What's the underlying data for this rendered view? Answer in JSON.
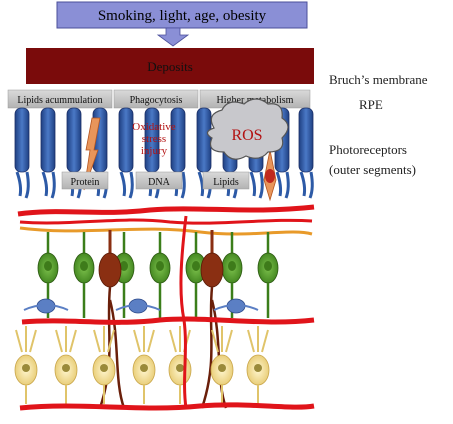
{
  "header": {
    "risk_factors": "Smoking, light, age, obesity"
  },
  "deposits": {
    "label": "Deposits"
  },
  "processes": {
    "lipids": "Lipids acummulation",
    "phago": "Phagocytosis",
    "metab": "Higher metabolism"
  },
  "center": {
    "ox_line1": "Oxidative",
    "ox_line2": "stress",
    "ox_line3": "injury",
    "ros": "ROS",
    "protein": "Protein",
    "dna": "DNA",
    "lipids": "Lipids"
  },
  "layers": {
    "bruch": "Bruch’s membrane",
    "rpe": "RPE",
    "photo_line1": "Photoreceptors",
    "photo_line2": "(outer segments)"
  },
  "colors": {
    "risk_box": "#8a8fd6",
    "deposits": "#7a0b0b",
    "rpe_blue": "#2d5aa6",
    "vessel": "#e0141a",
    "green_cell": "#4f9a2a",
    "brown_cell": "#8a2f12",
    "yellow_cell": "#f3df9a",
    "process_band": "#c8c8c8"
  }
}
